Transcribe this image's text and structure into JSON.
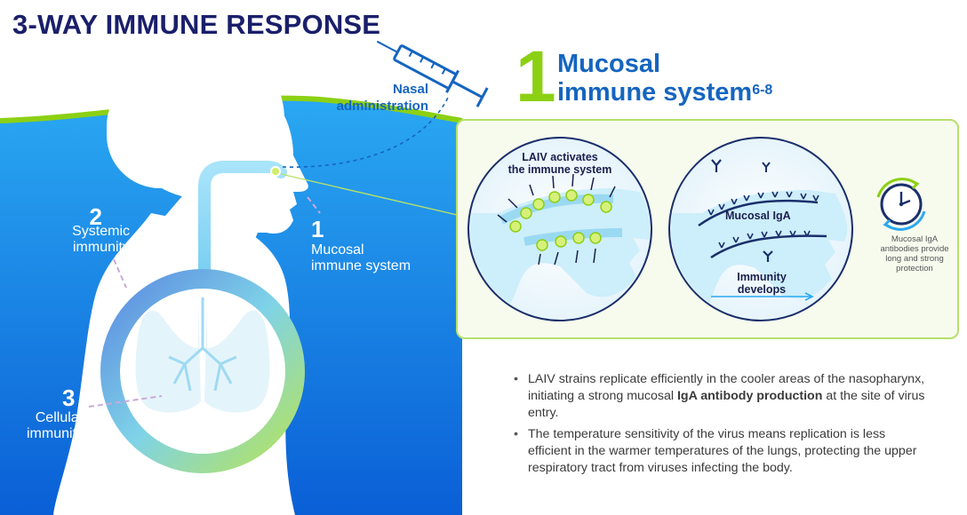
{
  "title": "3-WAY IMMUNE RESPONSE",
  "labels": {
    "systemic": {
      "num": "2",
      "line1": "Systemic",
      "line2": "immunity"
    },
    "mucosal": {
      "num": "1",
      "line1": "Mucosal",
      "line2": "immune system"
    },
    "cellular": {
      "num": "3",
      "line1": "Cellular",
      "line2": "immunity"
    },
    "nasal_line1": "Nasal",
    "nasal_line2": "administration"
  },
  "heading": {
    "number": "1",
    "line1": "Mucosal",
    "line2": "immune system",
    "refs": "6-8"
  },
  "panel": {
    "circle1_line1": "LAIV activates",
    "circle1_line2": "the immune system",
    "circle2_label": "Mucosal IgA",
    "circle2_dev1": "Immunity",
    "circle2_dev2": "develops",
    "side_note": "Mucosal IgA antibodies provide long and strong protection"
  },
  "bullets": {
    "b1_pre": "LAIV strains replicate efficiently in the cooler areas of the nasopharynx, initiating a strong mucosal ",
    "b1_bold": "IgA antibody production",
    "b1_post": " at the site of virus entry.",
    "b2": "The temperature sensitivity of the virus means replication is less efficient in the warmer temperatures of the lungs, protecting the upper respiratory tract from viruses infecting the body."
  },
  "colors": {
    "navy": "#1a1f6b",
    "blue": "#1565c0",
    "lime": "#8cd014",
    "sky": "#1e90ff"
  },
  "icons": [
    "syringe-icon",
    "clock-icon",
    "antibody-icon",
    "arrow-icon",
    "virus-icon",
    "lungs-icon"
  ]
}
